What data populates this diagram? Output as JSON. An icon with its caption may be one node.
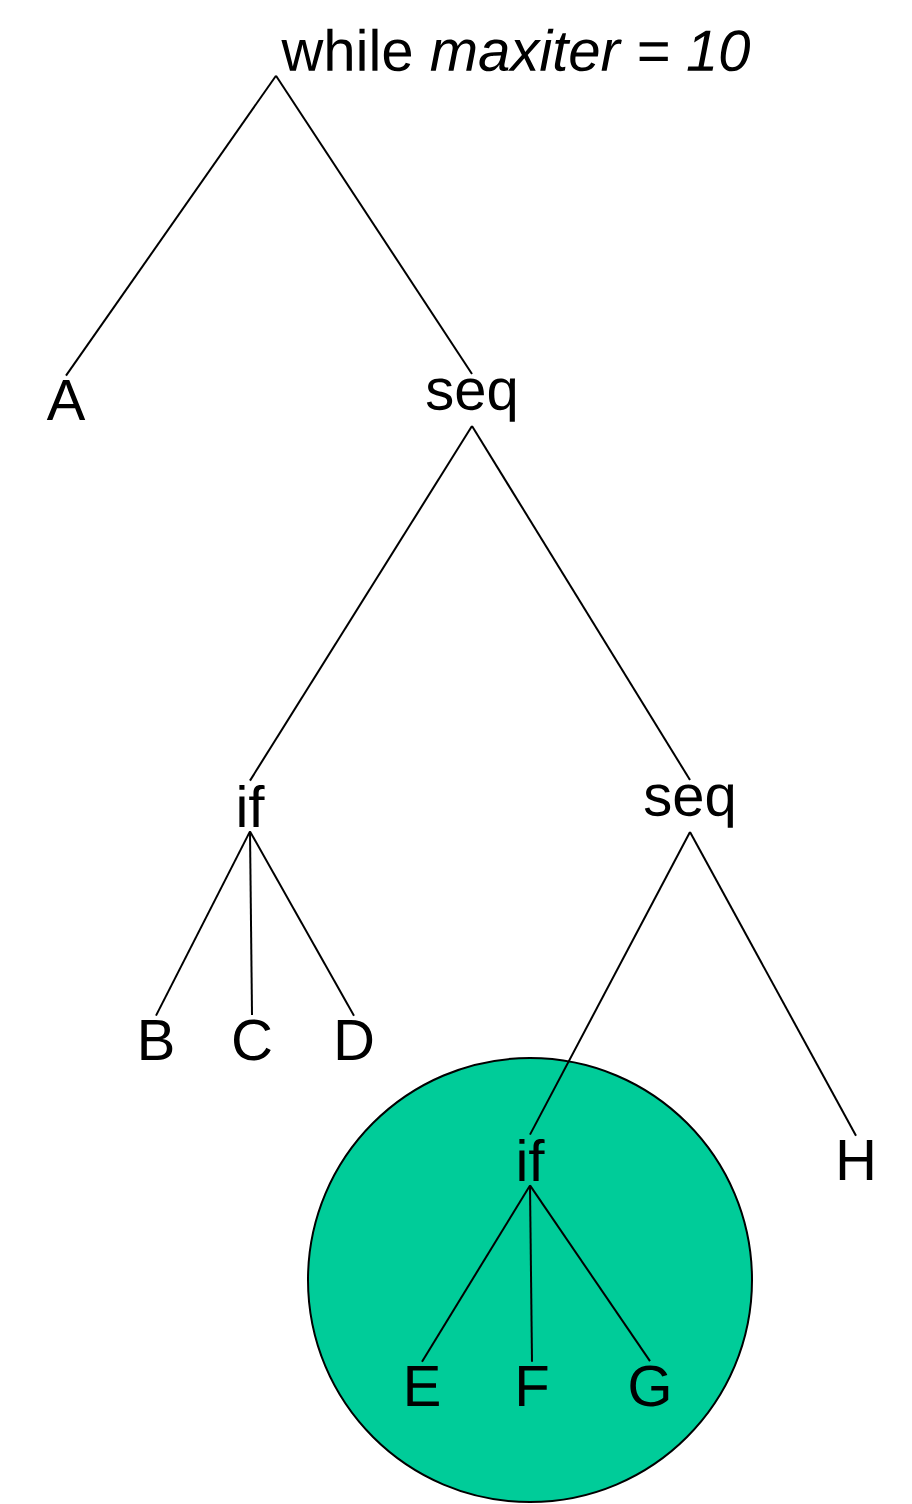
{
  "diagram": {
    "nodes": [
      {
        "text": [
          "while *maxiter = 10*"
        ]
      },
      {
        "text": [
          "A"
        ]
      },
      {
        "text": [
          "seq"
        ]
      },
      {
        "text": [
          "if"
        ]
      },
      {
        "text": [
          "seq"
        ]
      },
      {
        "text": [
          "B"
        ]
      },
      {
        "text": [
          "C"
        ]
      },
      {
        "text": [
          "D"
        ]
      },
      {
        "text": [],
        "shape": "circle"
      },
      {
        "text": [
          "if"
        ],
        "in": 8
      },
      {
        "text": [
          "E"
        ],
        "in": 8
      },
      {
        "text": [
          "F"
        ],
        "in": 8
      },
      {
        "text": [
          "G"
        ],
        "in": 8
      },
      {
        "text": [
          "H"
        ]
      }
    ],
    "edges": [
      {
        "from": 0,
        "to": 1,
        "arrow": "none"
      },
      {
        "from": 0,
        "to": 2,
        "arrow": "none"
      },
      {
        "from": 2,
        "to": 3,
        "arrow": "none"
      },
      {
        "from": 2,
        "to": 4,
        "arrow": "none"
      },
      {
        "from": 3,
        "to": 5,
        "arrow": "none"
      },
      {
        "from": 3,
        "to": 6,
        "arrow": "none"
      },
      {
        "from": 3,
        "to": 7,
        "arrow": "none"
      },
      {
        "from": 4,
        "to": 9,
        "arrow": "none"
      },
      {
        "from": 4,
        "to": 13,
        "arrow": "none"
      },
      {
        "from": 9,
        "to": 10,
        "arrow": "none"
      },
      {
        "from": 9,
        "to": 11,
        "arrow": "none"
      },
      {
        "from": 9,
        "to": 12,
        "arrow": "none"
      }
    ]
  }
}
